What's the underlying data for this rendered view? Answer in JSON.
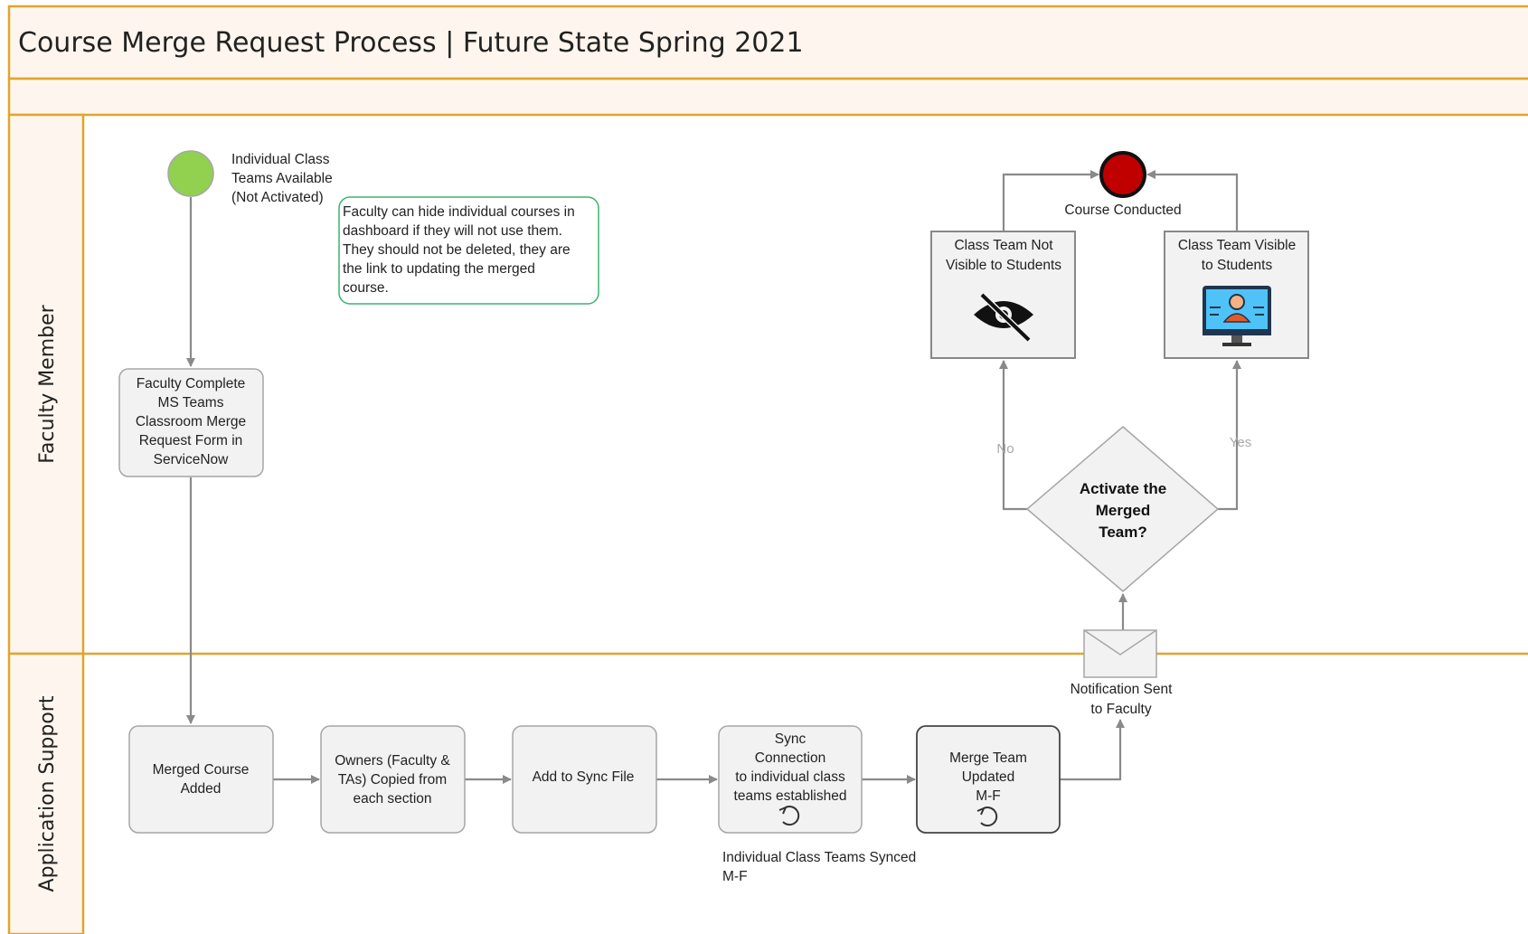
{
  "title": "Course Merge Request Process | Future State Spring 2021",
  "lanes": {
    "faculty": "Faculty Member",
    "support": "Application Support"
  },
  "start_event": [
    "Individual Class",
    "Teams Available",
    "(Not Activated)"
  ],
  "annotation": [
    "Faculty can hide individual courses in",
    "dashboard if they will not use them.",
    "They should not be deleted, they are",
    "the link to updating the merged",
    "course."
  ],
  "tasks": {
    "faculty_form": [
      "Faculty Complete",
      "MS Teams",
      "Classroom Merge",
      "Request Form in",
      "ServiceNow"
    ],
    "merged_course": [
      "Merged Course",
      "Added"
    ],
    "owners_copied": [
      "Owners (Faculty &",
      "TAs) Copied from",
      "each section"
    ],
    "add_sync": [
      "Add to Sync File"
    ],
    "sync_connection": [
      "Sync",
      "Connection",
      "to individual class",
      "teams established"
    ],
    "merge_team_updated": [
      "Merge Team",
      "Updated",
      "M-F"
    ],
    "not_visible": [
      "Class Team Not",
      "Visible to Students"
    ],
    "visible": [
      "Class Team Visible",
      "to Students"
    ]
  },
  "sync_caption": [
    "Individual Class Teams Synced",
    "M-F"
  ],
  "notification": [
    "Notification Sent",
    "to Faculty"
  ],
  "gateway": [
    "Activate the",
    "Merged",
    "Team?"
  ],
  "branch_no": "No",
  "branch_yes": "Yes",
  "end_event": "Course Conducted",
  "colors": {
    "lane_border": "#e0a52c",
    "header_fill": "#fef6ee",
    "start": "#92d050",
    "end": "#c00000",
    "annotation_border": "#3cb371",
    "box_fill": "#f2f2f2",
    "edge": "#8a8a8a"
  },
  "icons": [
    "eye-slash-icon",
    "monitor-person-icon",
    "loop-icon",
    "envelope-icon"
  ]
}
